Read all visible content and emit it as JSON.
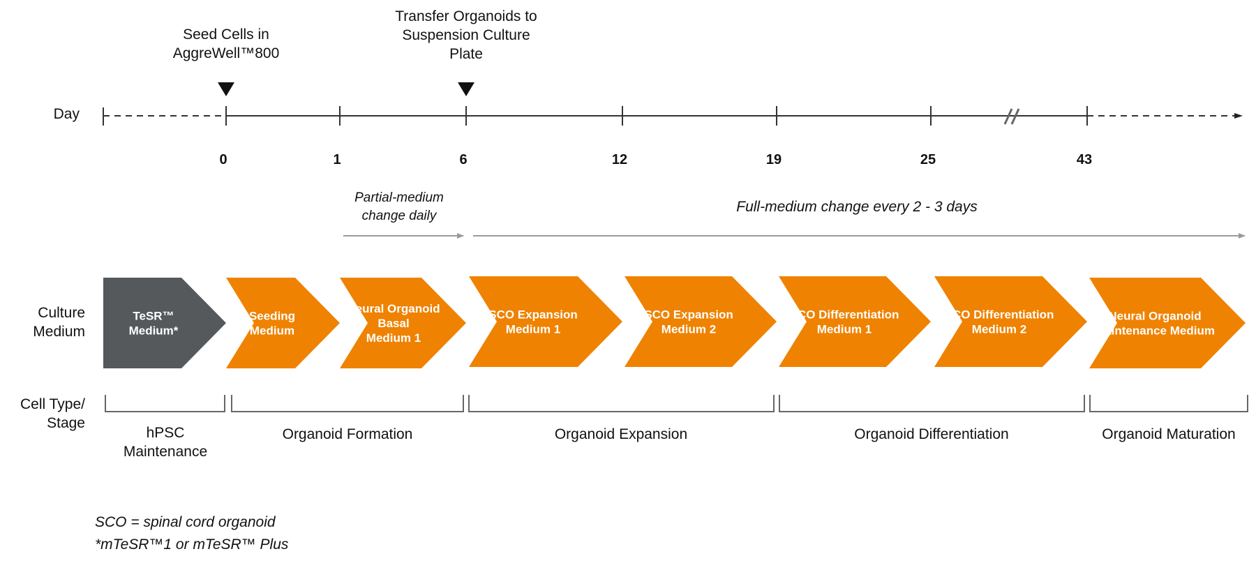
{
  "events": [
    {
      "lines": [
        "Seed Cells in",
        "AggreWell™800"
      ]
    },
    {
      "lines": [
        "Transfer Organoids to",
        "Suspension Culture",
        "Plate"
      ]
    }
  ],
  "row_labels": {
    "day": [
      "Day"
    ],
    "medium": [
      "Culture",
      "Medium"
    ],
    "stage": [
      "Cell Type/",
      "Stage"
    ]
  },
  "days": [
    "0",
    "1",
    "6",
    "12",
    "19",
    "25",
    "43"
  ],
  "changes": [
    {
      "lines": [
        "Partial-medium",
        "change daily"
      ]
    },
    {
      "lines": [
        "Full-medium change every 2 - 3 days"
      ]
    }
  ],
  "media": [
    {
      "lines": [
        "TeSR™",
        "Medium*"
      ],
      "color": "#55595c"
    },
    {
      "lines": [
        "Seeding",
        "Medium"
      ],
      "color": "#ef8200"
    },
    {
      "lines": [
        "Neural Organoid",
        "Basal",
        "Medium 1"
      ],
      "color": "#ef8200"
    },
    {
      "lines": [
        "SCO Expansion",
        "Medium 1"
      ],
      "color": "#ef8200"
    },
    {
      "lines": [
        "SCO Expansion",
        "Medium 2"
      ],
      "color": "#ef8200"
    },
    {
      "lines": [
        "SCO Differentiation",
        "Medium 1"
      ],
      "color": "#ef8200"
    },
    {
      "lines": [
        "SCO Differentiation",
        "Medium 2"
      ],
      "color": "#ef8200"
    },
    {
      "lines": [
        "Neural Organoid",
        "Maintenance Medium"
      ],
      "color": "#ef8200"
    }
  ],
  "stages": [
    {
      "lines": [
        "hPSC",
        "Maintenance"
      ]
    },
    {
      "lines": [
        "Organoid Formation"
      ]
    },
    {
      "lines": [
        "Organoid Expansion"
      ]
    },
    {
      "lines": [
        "Organoid Differentiation"
      ]
    },
    {
      "lines": [
        "Organoid Maturation"
      ]
    }
  ],
  "footnotes": [
    "SCO = spinal cord organoid",
    "*mTeSR™1 or mTeSR™ Plus"
  ]
}
